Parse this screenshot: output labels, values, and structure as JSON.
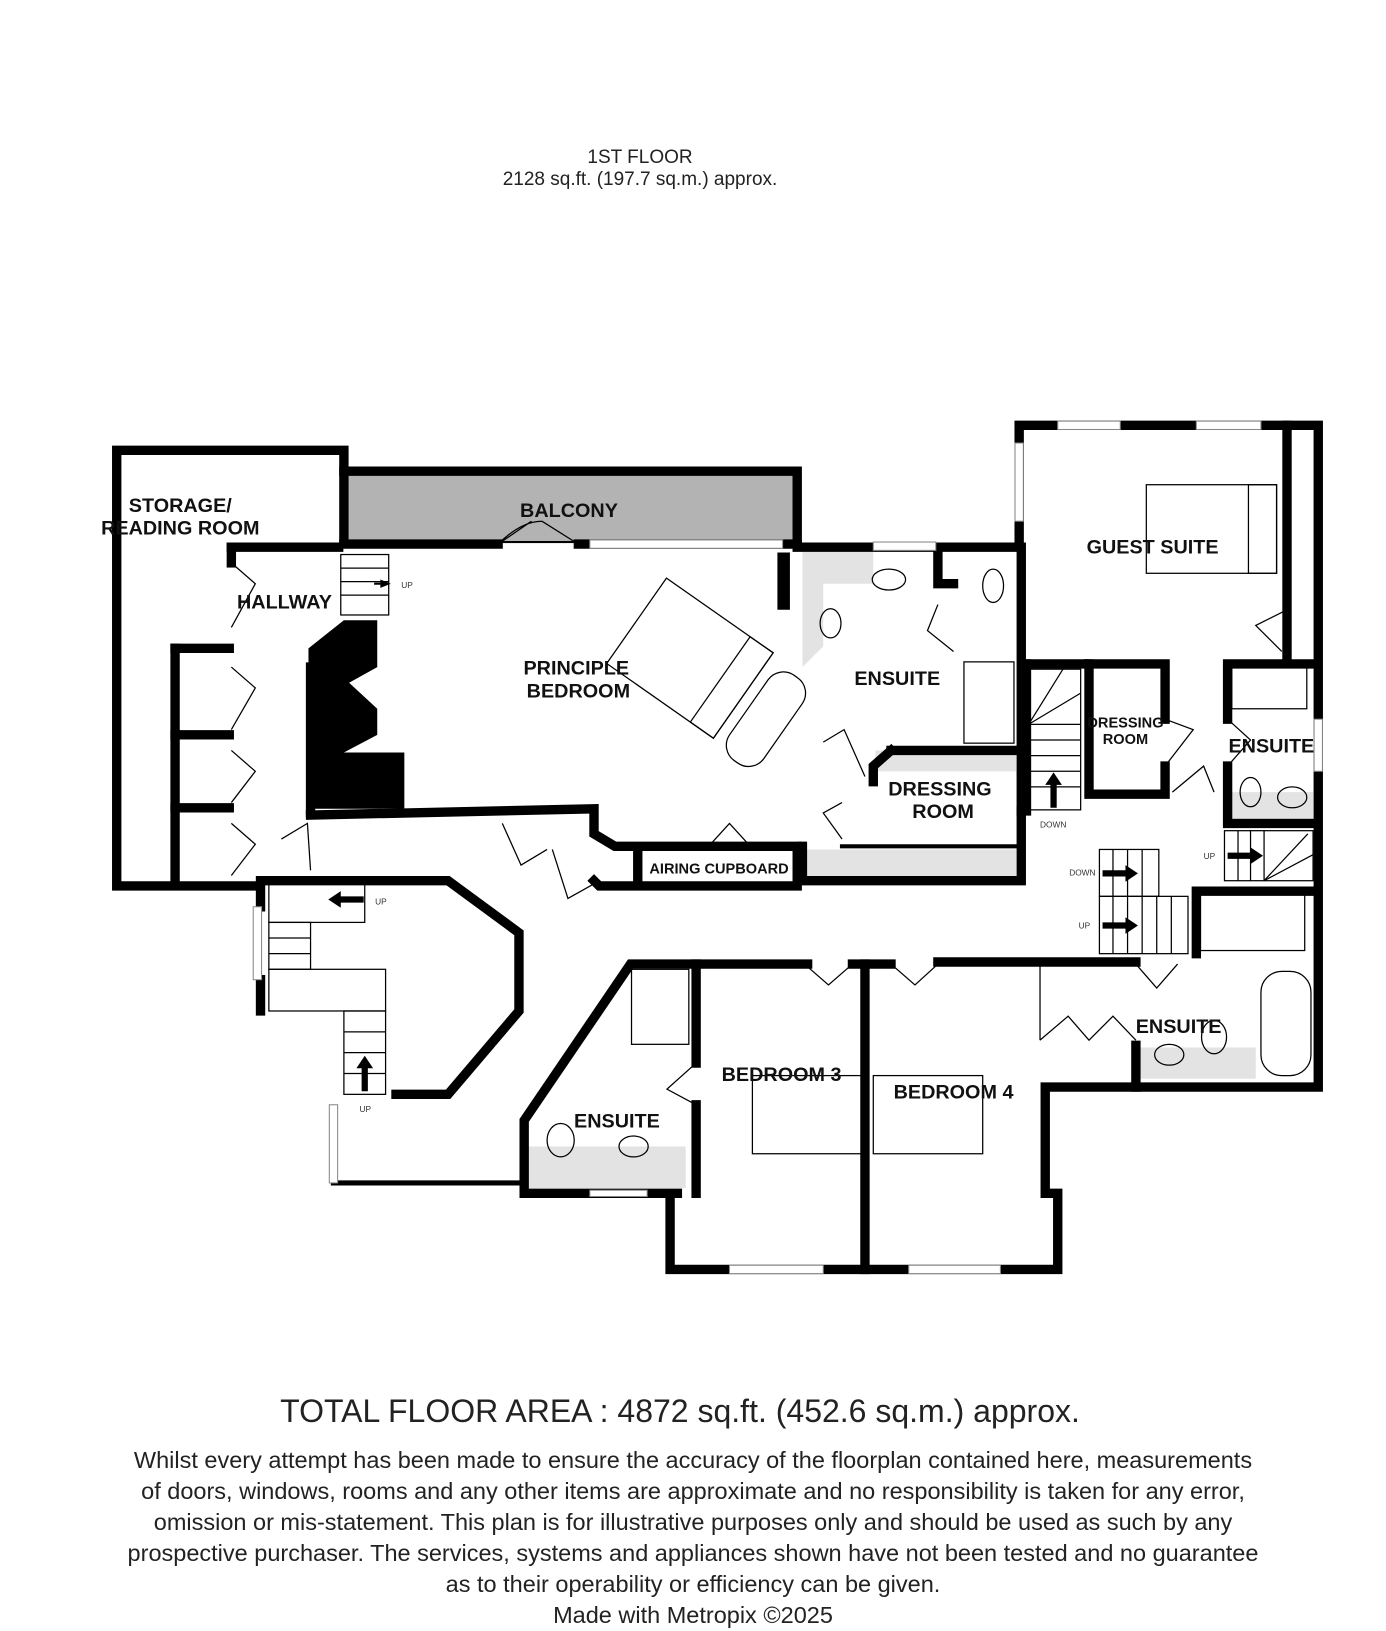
{
  "header": {
    "floor": "1ST FLOOR",
    "area": "2128 sq.ft. (197.7 sq.m.) approx."
  },
  "rooms": {
    "storage": [
      "STORAGE/",
      "READING ROOM"
    ],
    "balcony": "BALCONY",
    "hallway": "HALLWAY",
    "principle_bedroom": [
      "PRINCIPLE",
      "BEDROOM"
    ],
    "ensuite_principle": "ENSUITE",
    "guest_suite": "GUEST SUITE",
    "dressing_room_guest": [
      "DRESSING",
      "ROOM"
    ],
    "ensuite_guest": "ENSUITE",
    "dressing_room_principle": [
      "DRESSING",
      "ROOM"
    ],
    "airing_cupboard": "AIRING CUPBOARD",
    "bedroom3": "BEDROOM 3",
    "bedroom4": "BEDROOM 4",
    "ensuite_bed3": "ENSUITE",
    "ensuite_bed4": "ENSUITE"
  },
  "stairs": {
    "up": "UP",
    "down": "DOWN"
  },
  "footer": {
    "total": "TOTAL FLOOR AREA : 4872 sq.ft. (452.6 sq.m.) approx.",
    "disclaimer": [
      "Whilst every attempt has been made to ensure the accuracy of the floorplan contained here, measurements",
      "of doors, windows, rooms and any other items are approximate and no responsibility is taken for any error,",
      "omission or mis-statement. This plan is for illustrative purposes only and should be used as such by any",
      "prospective purchaser. The services, systems and appliances shown have not been tested and no guarantee",
      "as to their operability or efficiency can be given."
    ],
    "made_with": "Made with Metropix ©2025"
  },
  "colors": {
    "wall": "#000000",
    "balcony": "#b3b3b3",
    "wet_area": "#e3e3e3"
  }
}
